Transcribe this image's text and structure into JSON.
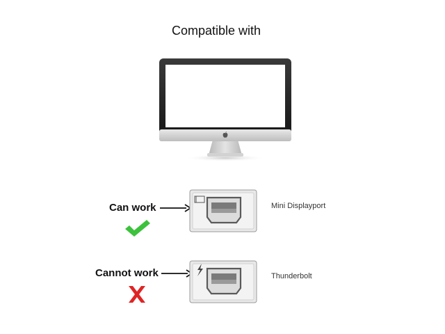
{
  "heading": "Compatible with",
  "rows": [
    {
      "status_label": "Can work",
      "port_label": "Mini Displayport",
      "status_icon": "checkmark-icon",
      "port_icon": "displayport-symbol-icon",
      "status_color": "#3cc23c"
    },
    {
      "status_label": "Cannot work",
      "port_label": "Thunderbolt",
      "status_icon": "cross-icon",
      "port_icon": "thunderbolt-symbol-icon",
      "status_color": "#e02424"
    }
  ],
  "monitor_icon": "apple-logo-icon"
}
